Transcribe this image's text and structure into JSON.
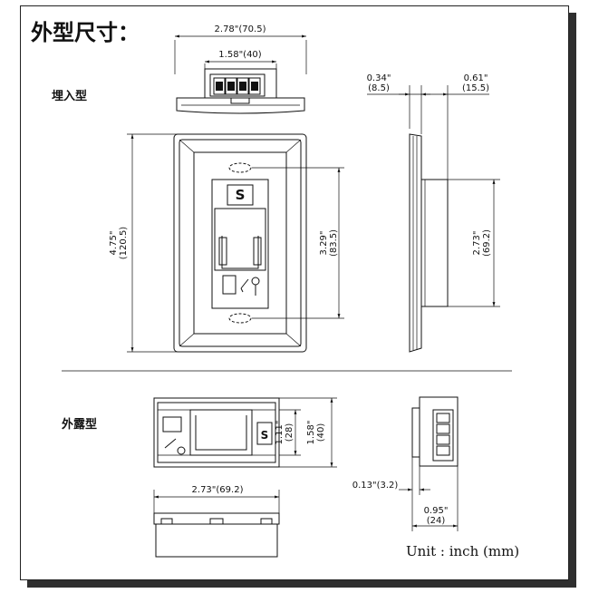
{
  "title": "外型尺寸：",
  "sections": {
    "flush": "埋入型",
    "surface": "外露型"
  },
  "dimensions": {
    "top_width": "2.78\"(70.5)",
    "terminal_width": "1.58\"(40)",
    "side_depth_a_in": "0.34\"",
    "side_depth_a_mm": "(8.5)",
    "side_depth_b_in": "0.61\"",
    "side_depth_b_mm": "(15.5)",
    "height_in": "4.75\"",
    "height_mm": "(120.5)",
    "hole_spacing_in": "3.29\"",
    "hole_spacing_mm": "(83.5)",
    "body_height_in": "2.73\"",
    "body_height_mm": "(69.2)",
    "surface_inner_in": "1.11\"",
    "surface_inner_mm": "(28)",
    "surface_outer_in": "1.58\"",
    "surface_outer_mm": "(40)",
    "surface_width": "2.73\"(69.2)",
    "flange": "0.13\"(3.2)",
    "surface_depth_in": "0.95\"",
    "surface_depth_mm": "(24)"
  },
  "unit_note": "Unit : inch (mm)"
}
